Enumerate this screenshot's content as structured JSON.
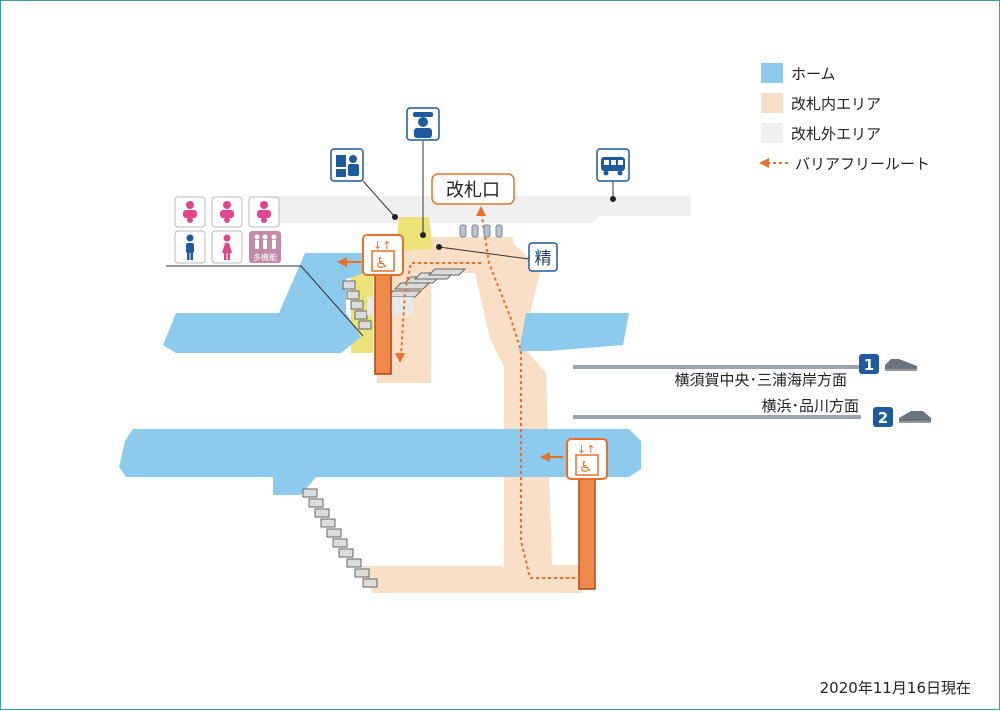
{
  "legend": {
    "items": [
      {
        "label": "ホーム",
        "color": "#8ccbee"
      },
      {
        "label": "改札内エリア",
        "color": "#f8dfc6"
      },
      {
        "label": "改札外エリア",
        "color": "#f0f0f0"
      },
      {
        "label": "バリアフリールート",
        "color": "#e8702a",
        "style": "dashed-arrow"
      }
    ]
  },
  "gate_label": "改札口",
  "fare_adjust_label": "精",
  "multipurpose_toilet_label": "多機能",
  "tracks": [
    {
      "number": "1",
      "direction": "横須賀中央･三浦海岸方面"
    },
    {
      "number": "2",
      "direction": "横浜･品川方面"
    }
  ],
  "date_note": "2020年11月16日現在",
  "colors": {
    "platform": "#8ccbee",
    "inside_area": "#f8dfc6",
    "outside_area": "#f0f0f0",
    "stairs": "#dcdcdc",
    "elevator": "#f08a4b",
    "route": "#e8702a",
    "toilet_female": "#e0468c",
    "toilet_male": "#1f5a9e",
    "icon_blue": "#1f5a9e",
    "track_badge": "#1f5a9e",
    "yellow_block": "#ece27a"
  },
  "icons": [
    "baby-care-icon",
    "baby-seat-icon",
    "baby-changing-icon",
    "male-toilet-icon",
    "female-toilet-icon",
    "multipurpose-toilet-icon",
    "station-staff-icon",
    "ticket-machine-icon",
    "bus-icon",
    "elevator-icon",
    "train-icon"
  ]
}
